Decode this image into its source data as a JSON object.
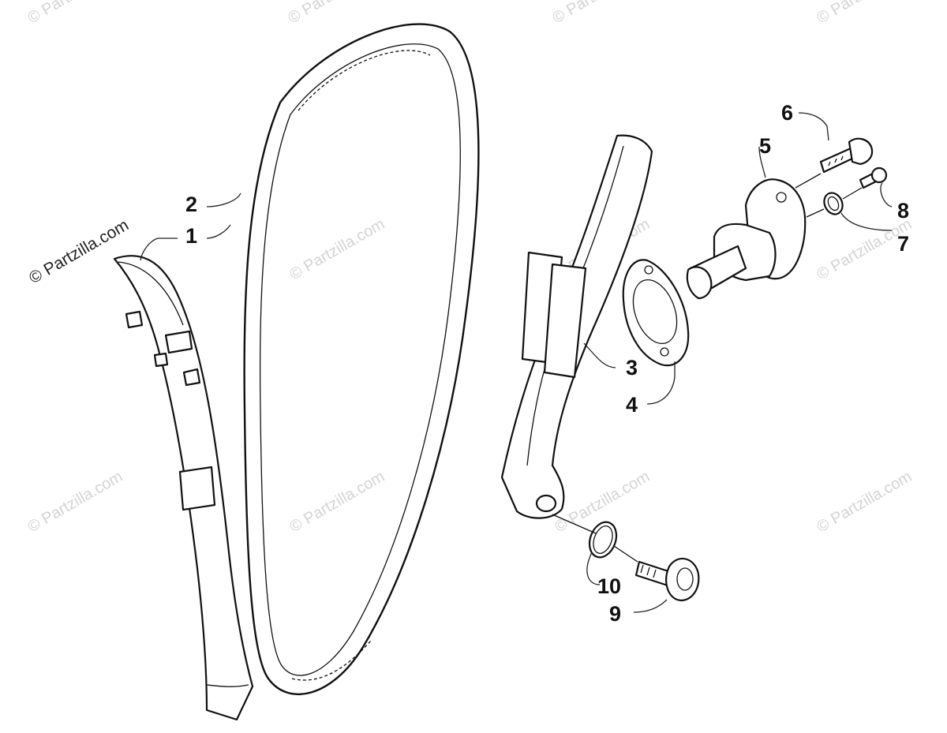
{
  "watermark": {
    "main": "© Partzilla.com",
    "repeat": "© Partzilla.com"
  },
  "callouts": {
    "c1": "1",
    "c2": "2",
    "c3": "3",
    "c4": "4",
    "c5": "5",
    "c6": "6",
    "c7": "7",
    "c8": "8",
    "c9": "9",
    "c10": "10"
  }
}
